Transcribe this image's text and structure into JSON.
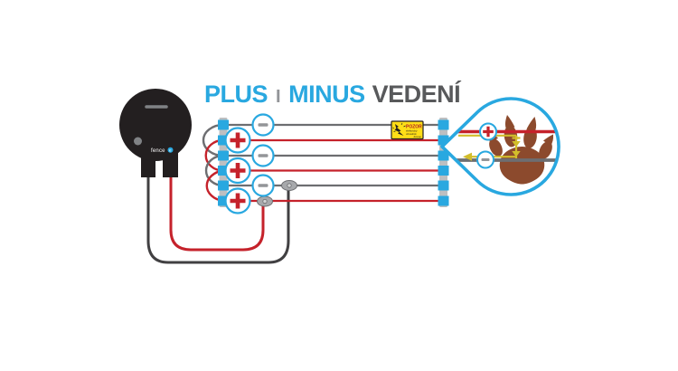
{
  "title": {
    "plus": "PLUS",
    "separator": "I",
    "minus": "MINUS",
    "rest": "VEDENÍ"
  },
  "device": {
    "brand_text": "fence",
    "brand_mark": "e"
  },
  "sign": {
    "title": "POZOR",
    "line1": "elektrický",
    "line2": "ohradník",
    "brand": "fencee"
  },
  "wires": [
    {
      "index": 1,
      "polarity": "minus",
      "color": "gray"
    },
    {
      "index": 2,
      "polarity": "plus",
      "color": "red"
    },
    {
      "index": 3,
      "polarity": "minus",
      "color": "gray"
    },
    {
      "index": 4,
      "polarity": "plus",
      "color": "red"
    },
    {
      "index": 5,
      "polarity": "minus",
      "color": "gray"
    },
    {
      "index": 6,
      "polarity": "plus",
      "color": "red"
    }
  ],
  "icons": {
    "plus_symbol": "+",
    "minus_symbol": "−"
  },
  "colors": {
    "accent_blue": "#29A8E0",
    "wire_red": "#C5222B",
    "wire_gray": "#6D6E71",
    "post_gray": "#BDBFC1",
    "device_black": "#231F20",
    "cable_black": "#414042",
    "paw_brown": "#8C4A2D",
    "current_yellow": "#D2BD2B",
    "sign_yellow": "#FFDE17",
    "title_dark": "#58595B"
  }
}
